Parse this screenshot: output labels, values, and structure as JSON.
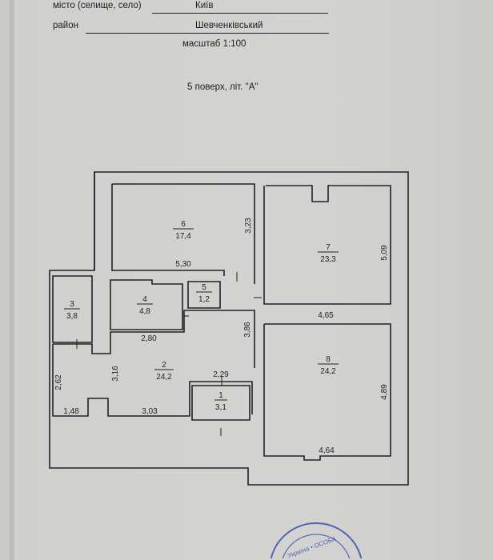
{
  "header": {
    "city_label": "місто (селище, село)",
    "city_value": "Київ",
    "district_label": "район",
    "district_value": "Шевченківський",
    "scale": "масштаб 1:100",
    "floor": "5 поверх, літ. \"А\""
  },
  "rooms": [
    {
      "number": "1",
      "area": "3,1"
    },
    {
      "number": "2",
      "area": "24,2"
    },
    {
      "number": "3",
      "area": "3,8"
    },
    {
      "number": "4",
      "area": "4,8"
    },
    {
      "number": "5",
      "area": "1,2"
    },
    {
      "number": "6",
      "area": "17,4"
    },
    {
      "number": "7",
      "area": "23,3"
    },
    {
      "number": "8",
      "area": "24,2"
    }
  ],
  "dimensions": {
    "d323": "3,23",
    "d530": "5,30",
    "d509": "5,09",
    "d465": "4,65",
    "d280": "2,80",
    "d386": "3,86",
    "d262": "2,62",
    "d316": "3,16",
    "d229": "2,29",
    "d148": "1,48",
    "d303": "3,03",
    "d489": "4,89",
    "d464": "4,64"
  },
  "stamp": {
    "text": "Україна • ОСОБА • Головне"
  },
  "colors": {
    "stamp": "#3a4fb0",
    "ink": "#1e1e1e"
  }
}
